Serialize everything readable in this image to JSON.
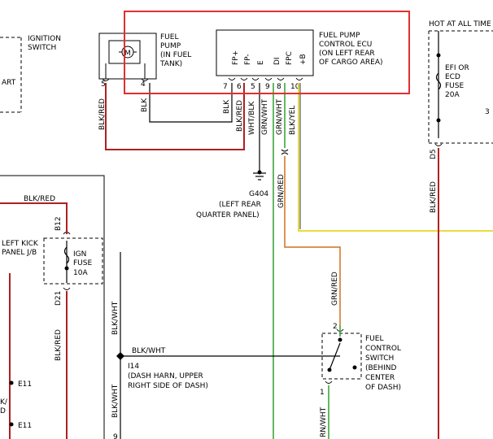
{
  "colors": {
    "wire_black": "#000000",
    "wire_red": "#b02020",
    "wire_green": "#2ea02e",
    "wire_yellow": "#e0d000",
    "wire_orange": "#d07020",
    "highlight": "#e03030"
  },
  "ignition_switch": {
    "line1": "IGNITION",
    "line2": "SWITCH",
    "partial": "ART"
  },
  "fuel_pump": {
    "line1": "FUEL",
    "line2": "PUMP",
    "line3": "(IN FUEL",
    "line4": "TANK)",
    "motor_symbol": "M",
    "pin_5": "5",
    "pin_4": "4",
    "wire_5": "BLK/RED",
    "wire_4": "BLK"
  },
  "ecu": {
    "line1": "FUEL PUMP",
    "line2": "CONTROL ECU",
    "line3": "(ON LEFT REAR",
    "line4": "OF CARGO AREA)",
    "terminals": [
      {
        "label": "FP+",
        "pin": "7",
        "wire": "BLK"
      },
      {
        "label": "FP-",
        "pin": "6",
        "wire": "BLK/RED"
      },
      {
        "label": "E",
        "pin": "5",
        "wire": "WHT/BLK"
      },
      {
        "label": "DI",
        "pin": "9",
        "wire": "GRN/WHT"
      },
      {
        "label": "FPC",
        "pin": "8",
        "wire": "GRN/WHT"
      },
      {
        "label": "+B",
        "pin": "10",
        "wire": "BLK/YEL"
      }
    ]
  },
  "ground": {
    "id": "G404",
    "line1": "(LEFT REAR",
    "line2": "QUARTER PANEL)"
  },
  "hot": {
    "title": "HOT AT ALL TIME",
    "fuse_line1": "EFI OR",
    "fuse_line2": "ECD",
    "fuse_line3": "FUSE",
    "fuse_line4": "20A",
    "pin_3": "3",
    "conn": "D5",
    "wire": "BLK/RED"
  },
  "left_kick": {
    "line1": "LEFT KICK",
    "line2": "PANEL J/B",
    "conn_top": "B12",
    "conn_bottom": "D21",
    "fuse_line1": "IGN",
    "fuse_line2": "FUSE",
    "fuse_line3": "10A",
    "wire_top": "BLK/RED",
    "wire_down": "BLK/RED"
  },
  "splice": {
    "id": "I14",
    "line1": "(DASH HARN, UPPER",
    "line2": "RIGHT SIDE OF DASH)",
    "wire_h": "BLK/WHT",
    "wire_up": "BLK/WHT",
    "wire_down": "BLK/WHT",
    "pin_9": "9"
  },
  "e11": {
    "label_a": "E11",
    "label_b": "E11",
    "partial_a": "K/",
    "partial_b": "D"
  },
  "control_switch": {
    "line1": "FUEL",
    "line2": "CONTROL",
    "line3": "SWITCH",
    "line4": "(BEHIND",
    "line5": "CENTER",
    "line6": "OF DASH)",
    "pin_2": "2",
    "pin_1": "1",
    "wire_top": "GRN/RED",
    "wire_bottom": "RN/WHT"
  },
  "mid_wire": "GRN/RED"
}
